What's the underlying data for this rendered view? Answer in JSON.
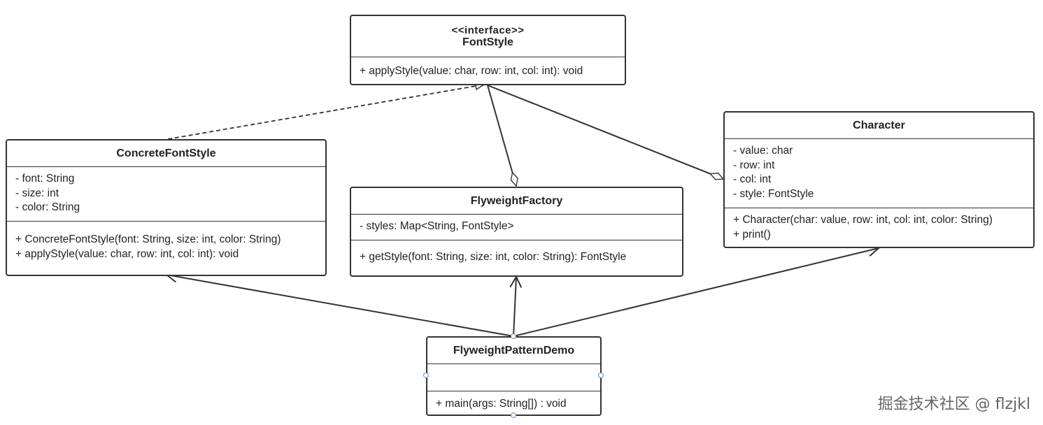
{
  "diagram": {
    "classes": {
      "font_style": {
        "stereotype": "<<interface>>",
        "name": "FontStyle",
        "attributes": [],
        "methods": [
          "+ applyStyle(value: char, row: int, col: int): void"
        ]
      },
      "concrete_font_style": {
        "name": "ConcreteFontStyle",
        "attributes": [
          "- font: String",
          "- size: int",
          "- color: String"
        ],
        "methods": [
          "+ ConcreteFontStyle(font: String, size: int, color: String)",
          "+ applyStyle(value: char, row: int, col: int): void"
        ]
      },
      "flyweight_factory": {
        "name": "FlyweightFactory",
        "attributes": [
          "- styles: Map<String, FontStyle>"
        ],
        "methods": [
          "+ getStyle(font: String, size: int, color: String): FontStyle"
        ]
      },
      "character": {
        "name": "Character",
        "attributes": [
          "- value: char",
          "- row: int",
          "- col: int",
          "- style: FontStyle"
        ],
        "methods": [
          "+ Character(char: value, row: int, col: int, color: String)",
          "+ print()"
        ]
      },
      "flyweight_pattern_demo": {
        "name": "FlyweightPatternDemo",
        "attributes": [],
        "methods": [
          "+ main(args: String[]) : void"
        ]
      }
    },
    "relationships": [
      {
        "from": "ConcreteFontStyle",
        "to": "FontStyle",
        "kind": "realization"
      },
      {
        "from": "FlyweightFactory",
        "to": "FontStyle",
        "kind": "aggregation"
      },
      {
        "from": "Character",
        "to": "FontStyle",
        "kind": "aggregation"
      },
      {
        "from": "FlyweightPatternDemo",
        "to": "ConcreteFontStyle",
        "kind": "dependency"
      },
      {
        "from": "FlyweightPatternDemo",
        "to": "FlyweightFactory",
        "kind": "dependency"
      },
      {
        "from": "FlyweightPatternDemo",
        "to": "Character",
        "kind": "dependency"
      }
    ],
    "line_color": "#333333",
    "selection_color": "#5b8fd6"
  },
  "watermark": "掘金技术社区 @ flzjkl"
}
